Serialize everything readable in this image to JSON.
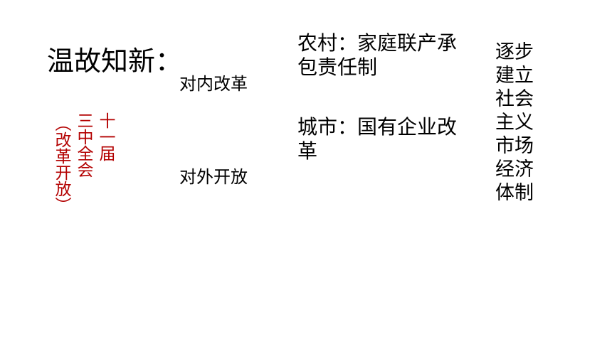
{
  "title": "温故知新：",
  "event": {
    "col1": "十一届",
    "col2": "三中全会",
    "col3": "（改革开放）"
  },
  "branches": {
    "internal": "对内改革",
    "external": "对外开放"
  },
  "rural": [
    "农村：家庭联产承",
    "包责任制"
  ],
  "urban": [
    "城市：国有企业改",
    "革"
  ],
  "goal": [
    "逐步",
    "建立",
    "社会",
    "主义",
    "市场",
    "经济",
    "体制"
  ],
  "colors": {
    "accent": "#b30000",
    "text": "#000000"
  }
}
